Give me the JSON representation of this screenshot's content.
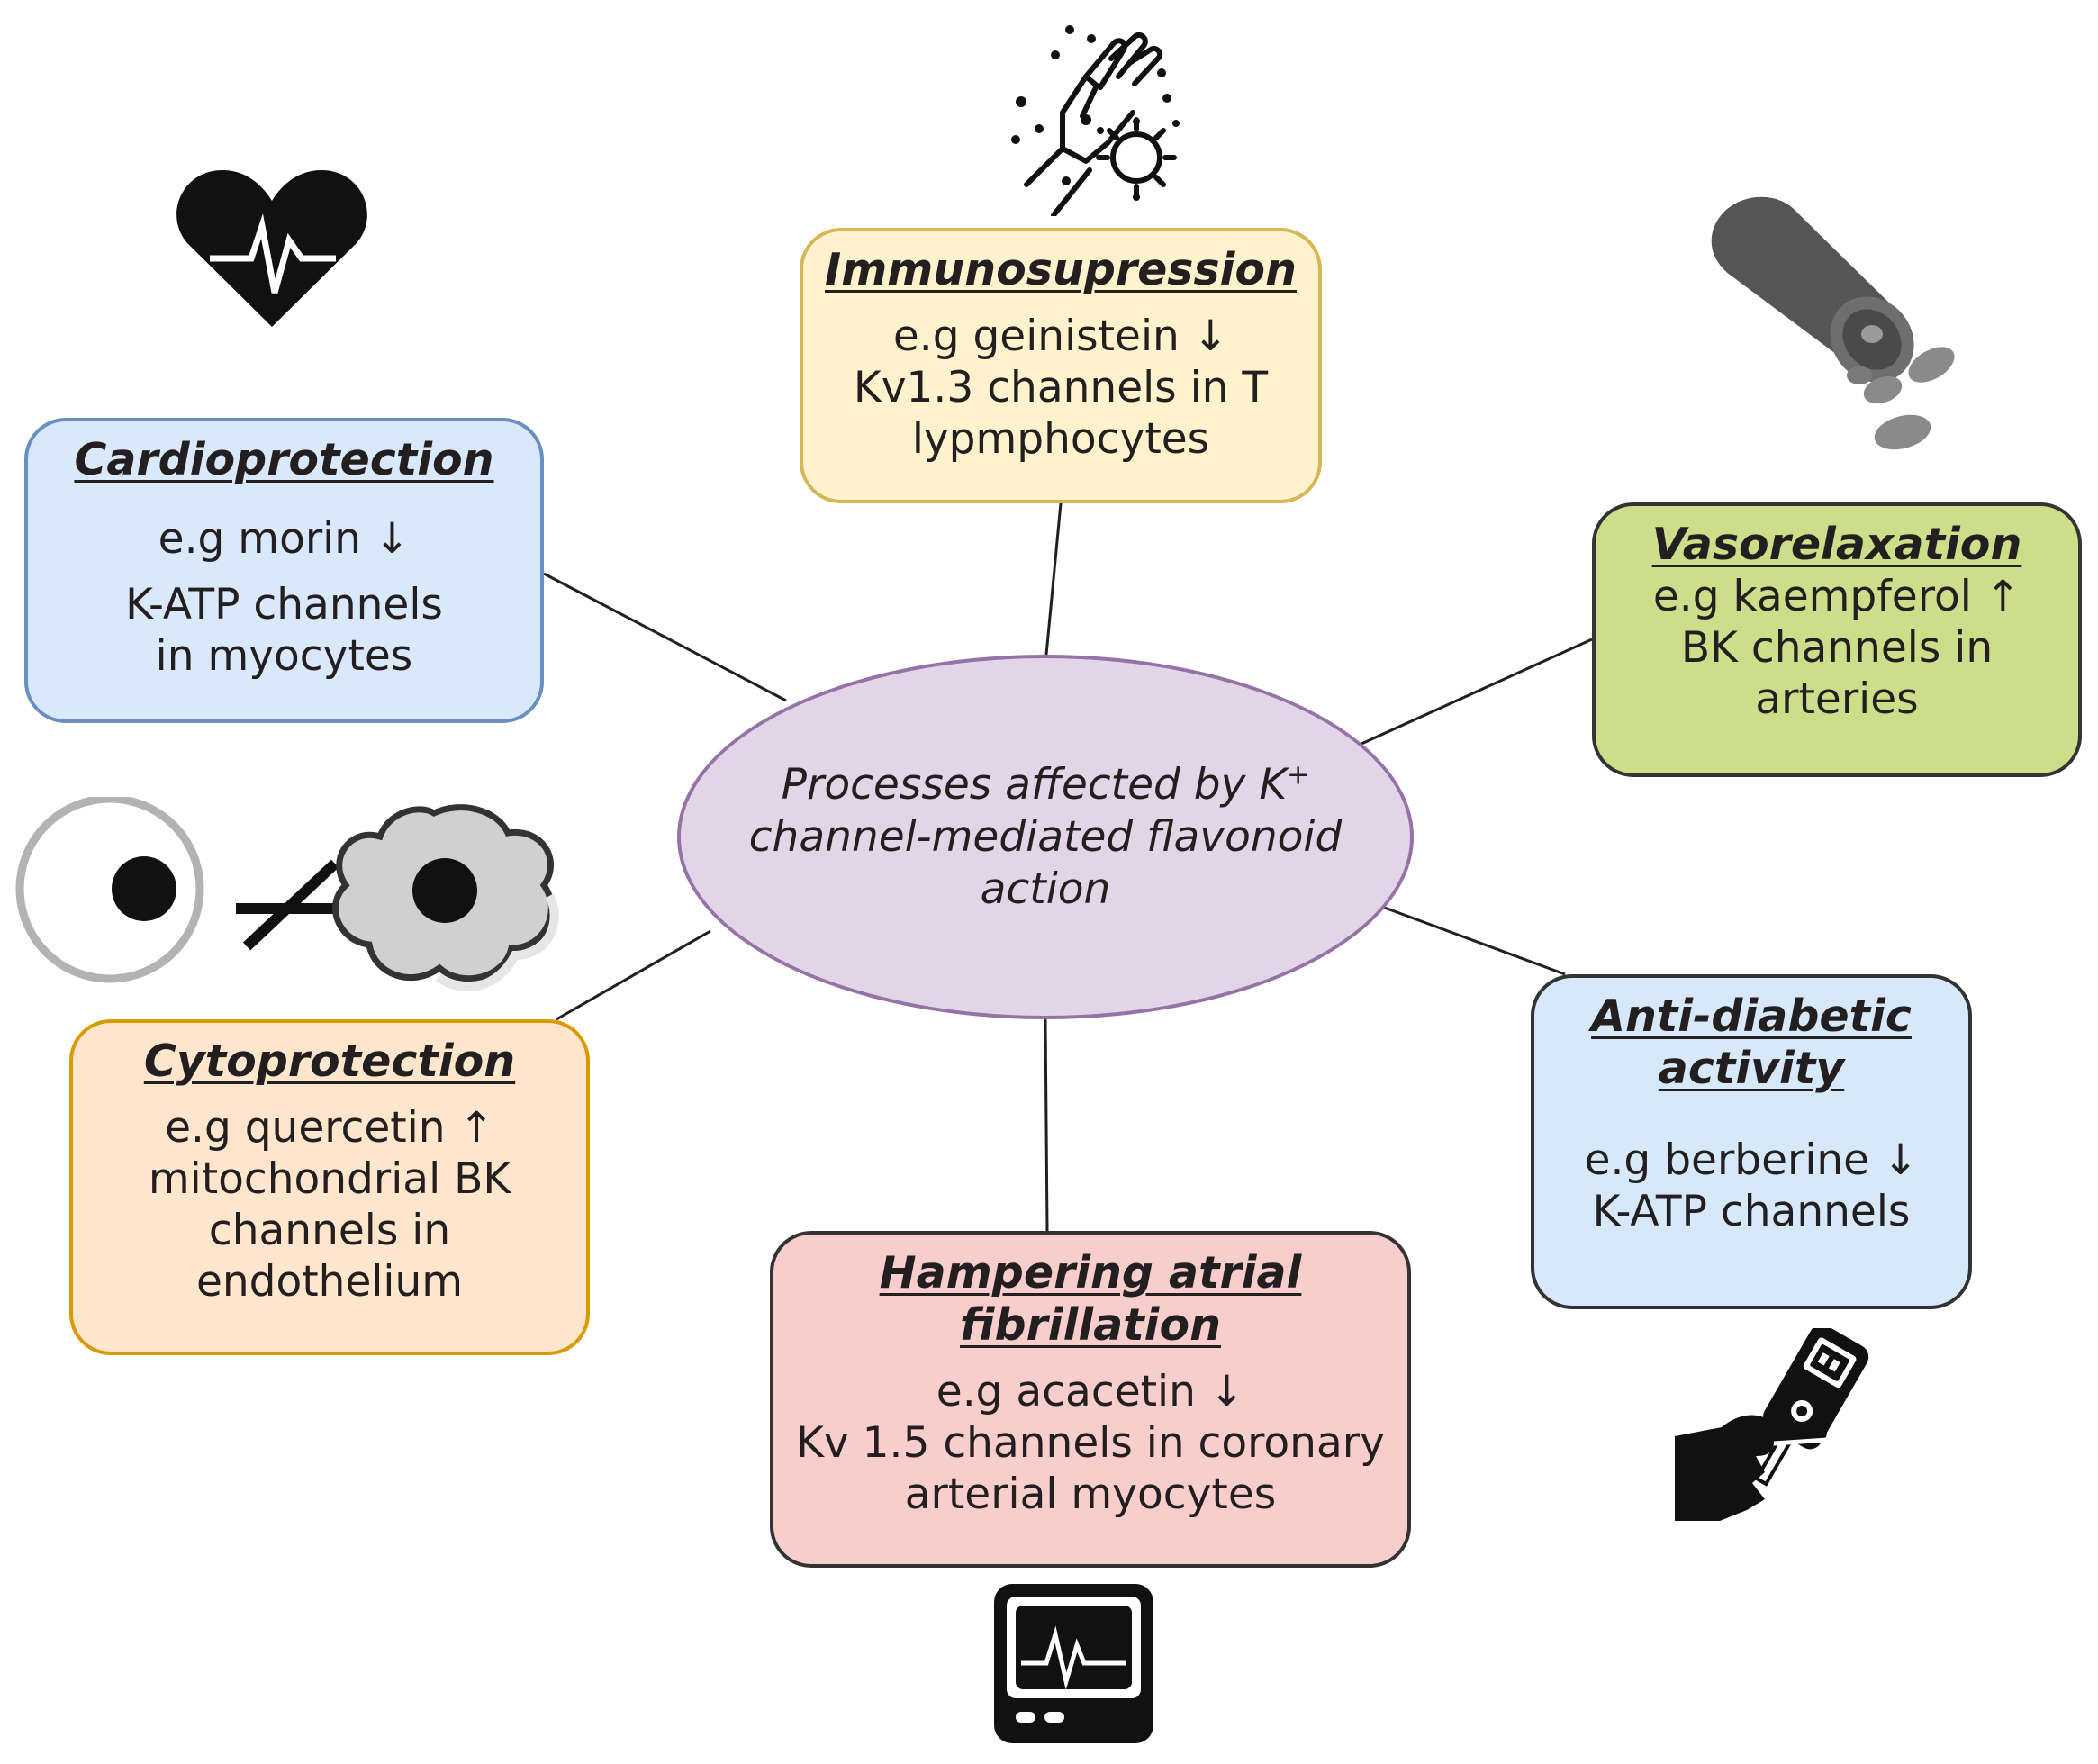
{
  "center": {
    "text_before": "Processes affected by K",
    "superscript": "+",
    "text_after": "channel-mediated flavonoid action"
  },
  "boxes": {
    "immunosuppression": {
      "title": "Immunosupression",
      "lines": [
        "e.g geinistein ↓",
        "Kv1.3 channels in T",
        "lypmphocytes"
      ]
    },
    "cardioprotection": {
      "title": "Cardioprotection",
      "lines": [
        "e.g morin ↓",
        "K-ATP channels",
        "in myocytes"
      ]
    },
    "vasorelaxation": {
      "title": "Vasorelaxation",
      "lines": [
        "e.g kaempferol ↑",
        "BK channels in",
        "arteries"
      ]
    },
    "cytoprotection": {
      "title": "Cytoprotection",
      "lines": [
        "e.g quercetin ↑",
        "mitochondrial BK",
        "channels in",
        "endothelium"
      ]
    },
    "antidiabetic": {
      "title_lines": [
        "Anti-diabetic",
        "activity"
      ],
      "lines": [
        "e.g berberine ↓",
        "K-ATP channels"
      ]
    },
    "atrial_fibrillation": {
      "title_lines": [
        "Hampering atrial",
        "fibrillation"
      ],
      "lines": [
        "e.g acacetin ↓",
        "Kv 1.5 channels in coronary",
        "arterial myocytes"
      ]
    }
  },
  "icons": [
    "heart-rate-icon",
    "hand-washing-virus-icon",
    "pill-bottle-icon",
    "cell-death-blocked-icon",
    "glucose-meter-icon",
    "ecg-monitor-icon"
  ],
  "colors": {
    "immunosuppression_fill": "#fff2cc",
    "cardioprotection_fill": "#dae8fc",
    "vasorelaxation_fill": "#cdde8a",
    "cytoprotection_fill": "#ffe6cc",
    "antidiabetic_fill": "#d7e8fb",
    "atrial_fibrillation_fill": "#f8cecc",
    "center_fill": "#e1d5e7"
  }
}
